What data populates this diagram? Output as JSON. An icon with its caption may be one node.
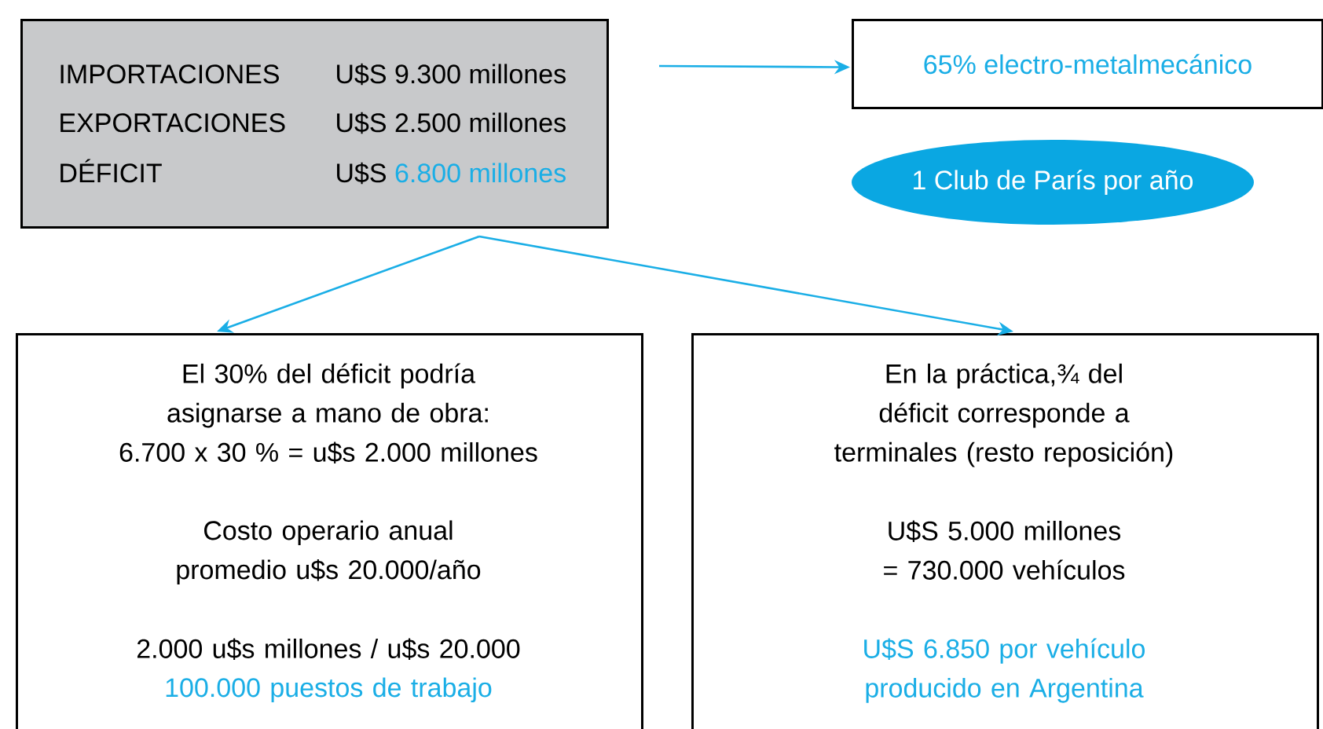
{
  "diagram": {
    "nodes": [
      {
        "text": [
          "IMPORTACIONES",
          "U$S 9.300 millones",
          "EXPORTACIONES",
          "U$S 2.500 millones",
          "DÉFICIT",
          "U$S",
          "6.800 millones"
        ]
      },
      {
        "text": [
          "65% electro-metalmecánico"
        ]
      },
      {
        "text": [
          "1 Club de París por año"
        ]
      },
      {
        "text": [
          "El 30% del déficit podría asignarse a mano de obra:",
          "6.700 x 30 % = u$s 2.000 millones",
          "Costo operario anual promedio u$s 20.000/año",
          "2.000 u$s millones / u$s 20.000",
          "100.000 puestos de trabajo"
        ]
      },
      {
        "text": [
          "En la práctica,¾ del déficit corresponde a terminales (resto reposición)",
          "U$S 5.000 millones = 730.000 vehículos",
          "U$S 6.850 por vehículo producido en Argentina"
        ]
      }
    ],
    "edges": [
      {
        "from": 0,
        "to": 1,
        "arrow": "to"
      },
      {
        "from": 0,
        "to": 3,
        "arrow": "to"
      },
      {
        "from": 0,
        "to": 4,
        "arrow": "to"
      }
    ]
  }
}
